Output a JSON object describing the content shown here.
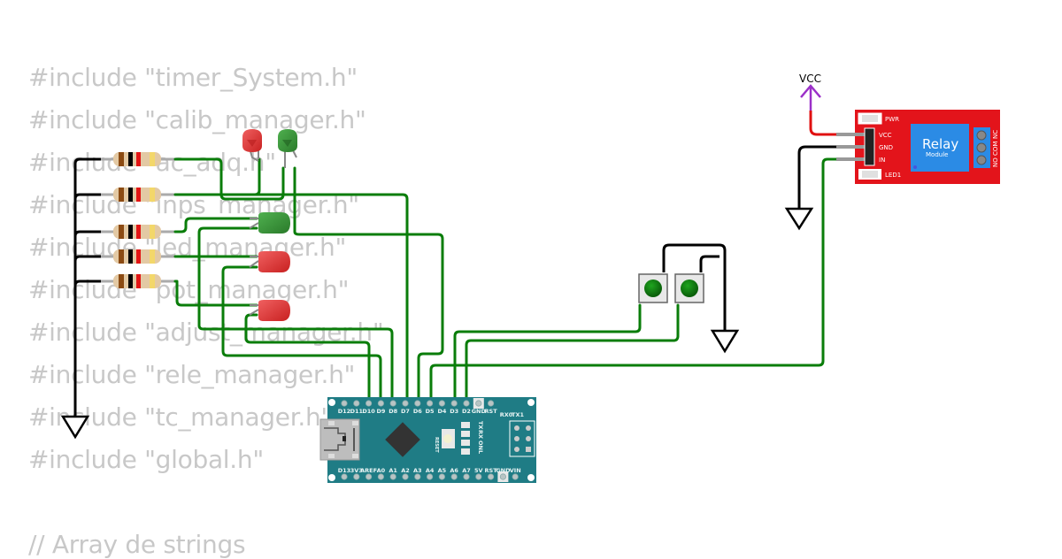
{
  "code_lines": [
    "#include \"timer_System.h\"",
    "#include \"calib_manager.h\"",
    "#include \"ac_adq.h\"",
    "#include \"inps_manager.h\"",
    "#include \"led_manager.h\"",
    "#include \"pot_manager.h\"",
    "#include \"adjust_manager.h\"",
    "#include \"rele_manager.h\"",
    "#include \"tc_manager.h\"",
    "#include \"global.h\"",
    "",
    "// Array de strings"
  ],
  "colors": {
    "wire_green": "#0a7d0a",
    "wire_black": "#000000",
    "wire_red": "#e01010",
    "wire_purple": "#9b30c8",
    "board_teal": "#1f7c85",
    "relay_red": "#e3141b",
    "relay_blue": "#2b8be5",
    "led_red": "#e23c3c",
    "led_green": "#3a9a3a",
    "code_gray": "#c8c8c8"
  },
  "arduino_nano": {
    "top_pins": [
      "D12",
      "D11",
      "D10",
      "D9",
      "D8",
      "D7",
      "D6",
      "D5",
      "D4",
      "D3",
      "D2",
      "GND",
      "RST",
      "RX0",
      "TX1"
    ],
    "bottom_pins": [
      "D13",
      "3V3",
      "AREF",
      "A0",
      "A1",
      "A2",
      "A3",
      "A4",
      "A5",
      "A6",
      "A7",
      "5V",
      "RST",
      "GND",
      "VIN"
    ],
    "reset_label": "RESET",
    "led_labels": [
      "TX",
      "RX",
      "ON",
      "L"
    ]
  },
  "relay_module": {
    "title": "Relay",
    "subtitle": "Module",
    "pins": [
      "VCC",
      "GND",
      "IN"
    ],
    "terminals": [
      "NC",
      "COM",
      "NO"
    ],
    "pwr_label": "PWR",
    "led_label": "LED1"
  },
  "power": {
    "vcc_label": "VCC"
  },
  "components": {
    "resistors": 5,
    "leds": [
      {
        "color": "red"
      },
      {
        "color": "green"
      },
      {
        "color": "green"
      },
      {
        "color": "red"
      },
      {
        "color": "red"
      }
    ],
    "pushbuttons": 2,
    "ground_symbols": 3
  }
}
